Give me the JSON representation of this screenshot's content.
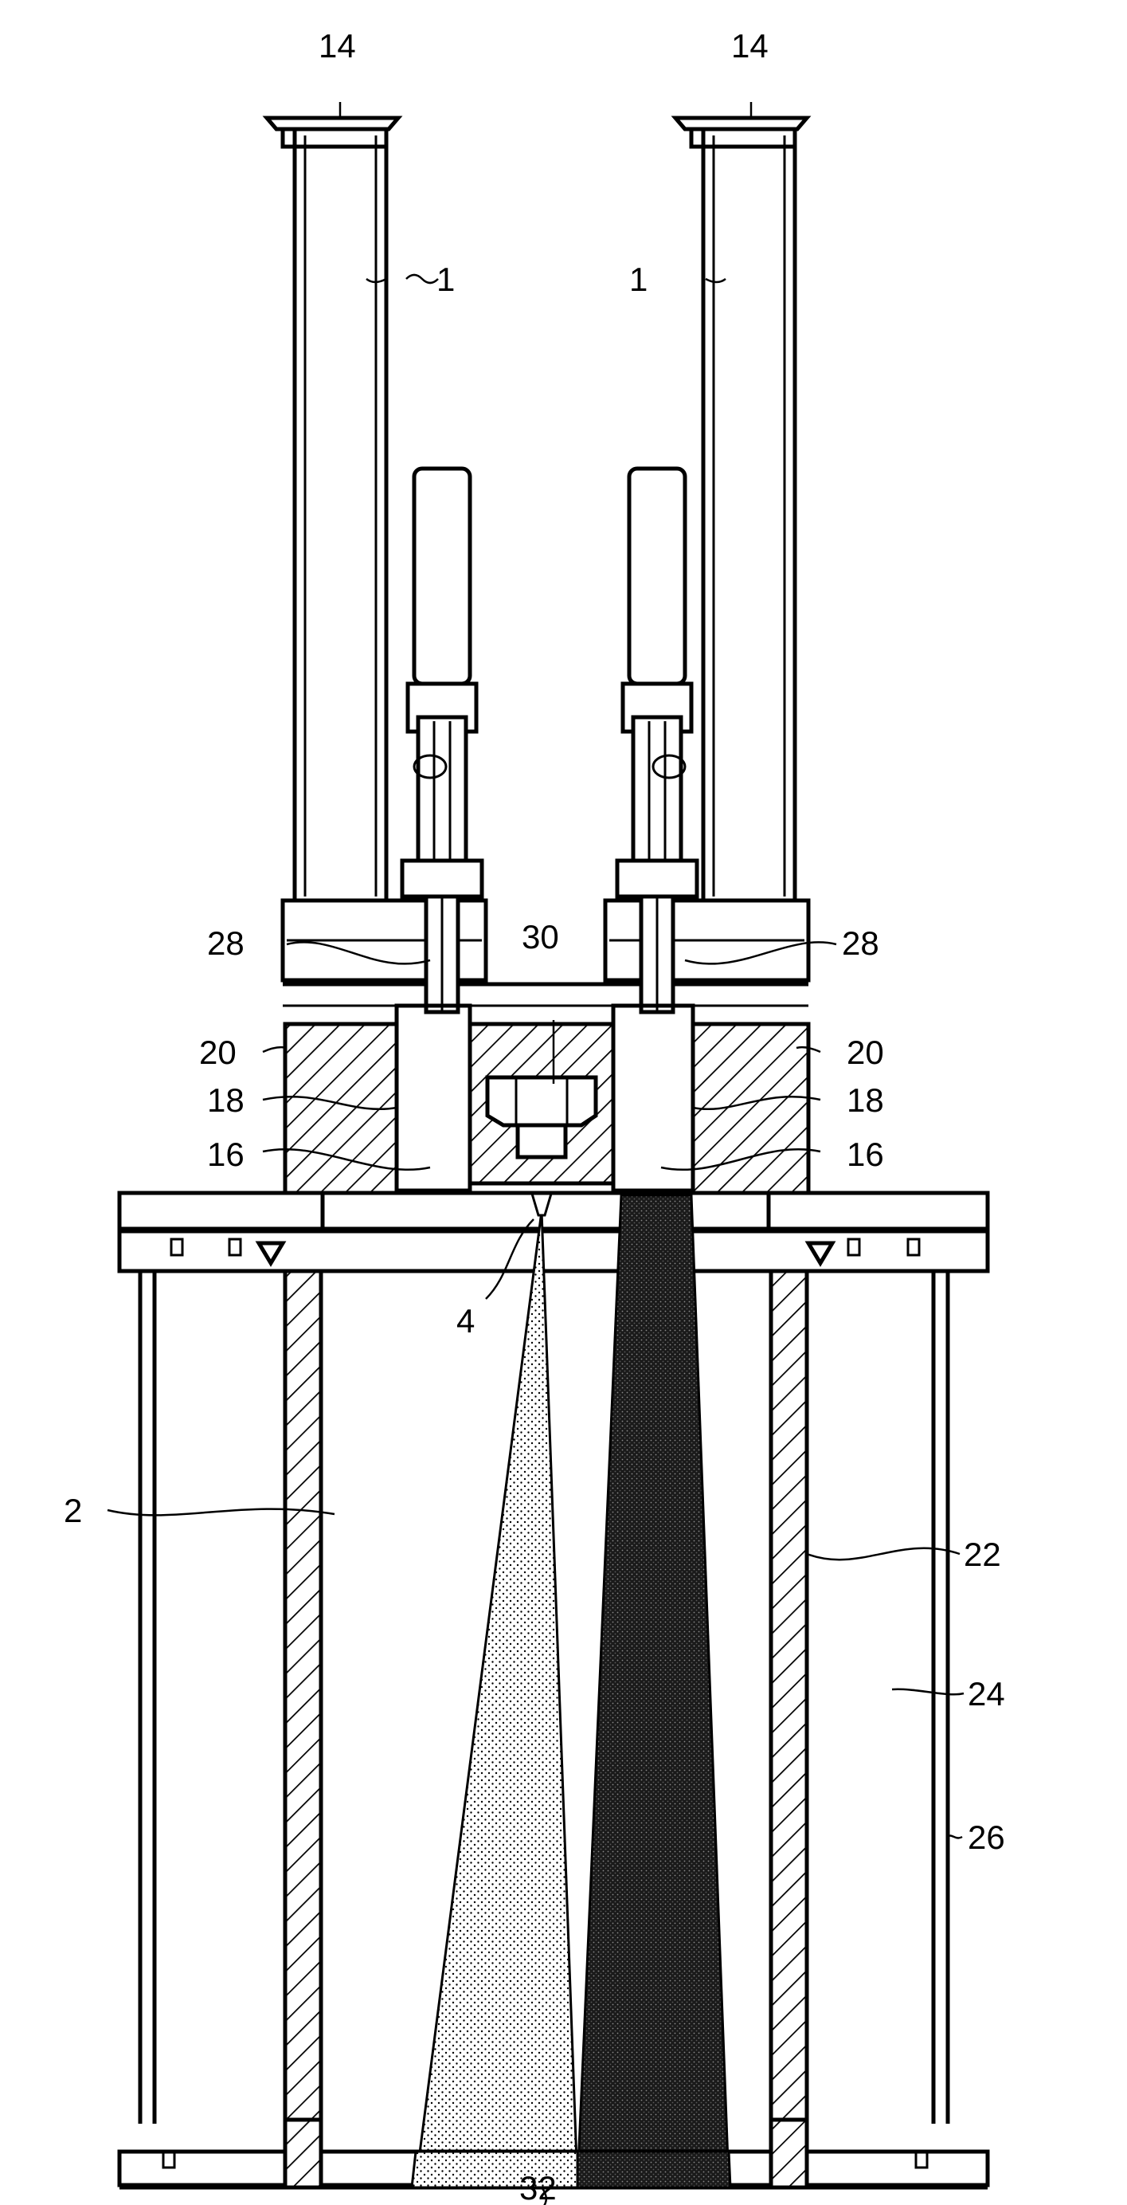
{
  "figure": {
    "labels": {
      "cap_left": "14",
      "cap_right": "14",
      "tube_left": "1",
      "tube_right": "1",
      "fitting_left": "28",
      "fitting_right": "28",
      "block_center": "30",
      "block_left": "20",
      "block_right": "20",
      "bore_wall_left": "18",
      "bore_wall_right": "18",
      "bore_left": "16",
      "bore_right": "16",
      "nozzle": "4",
      "chamber": "2",
      "liner": "22",
      "outer_space": "24",
      "outer_wall": "26",
      "outlet": "32"
    },
    "colors": {
      "line": "#000000",
      "background": "#ffffff",
      "dark_spray": "#1a1a1a"
    }
  }
}
